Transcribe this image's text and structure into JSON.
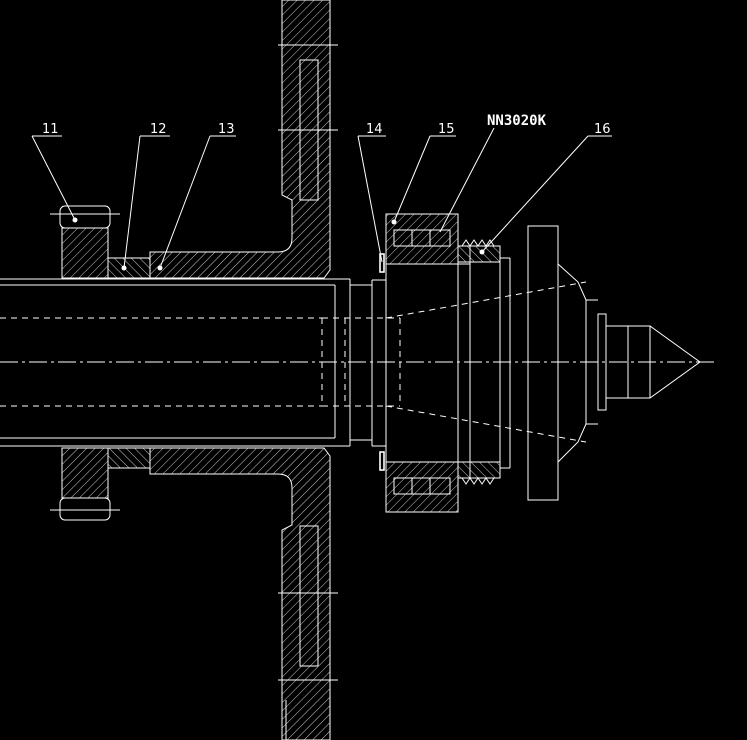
{
  "labels": {
    "l11": "11",
    "l12": "12",
    "l13": "13",
    "l14": "14",
    "l15": "15",
    "l16": "16",
    "bearing": "NN3020K"
  },
  "colors": {
    "background": "#000000",
    "line": "#ffffff"
  }
}
